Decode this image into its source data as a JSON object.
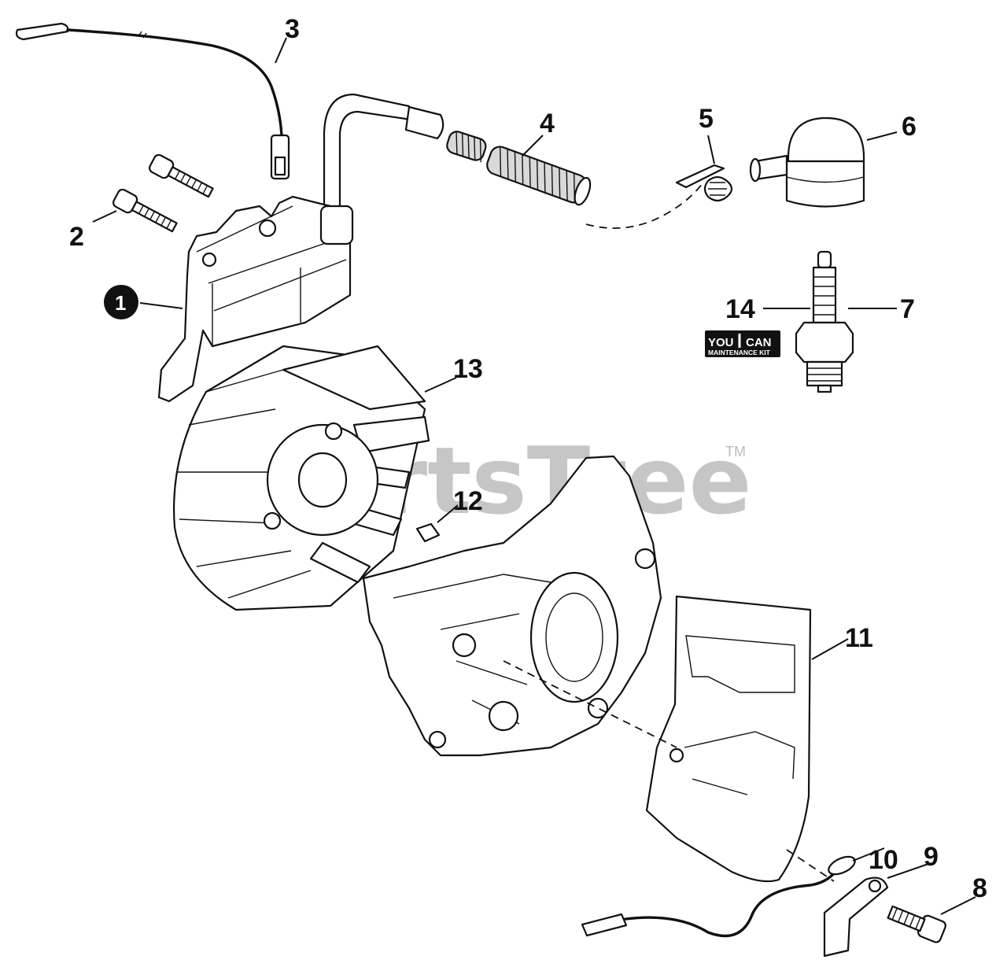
{
  "watermark": {
    "brand": "PartsTree",
    "trademark": "TM"
  },
  "badge": {
    "line1_left": "YOU",
    "line1_right": "CAN",
    "line2": "MAINTENANCE KIT"
  },
  "callouts": {
    "c1": "1",
    "c2": "2",
    "c3": "3",
    "c4": "4",
    "c5": "5",
    "c6": "6",
    "c7": "7",
    "c8": "8",
    "c9": "9",
    "c10": "10",
    "c11": "11",
    "c12": "12",
    "c13": "13",
    "c14": "14"
  }
}
